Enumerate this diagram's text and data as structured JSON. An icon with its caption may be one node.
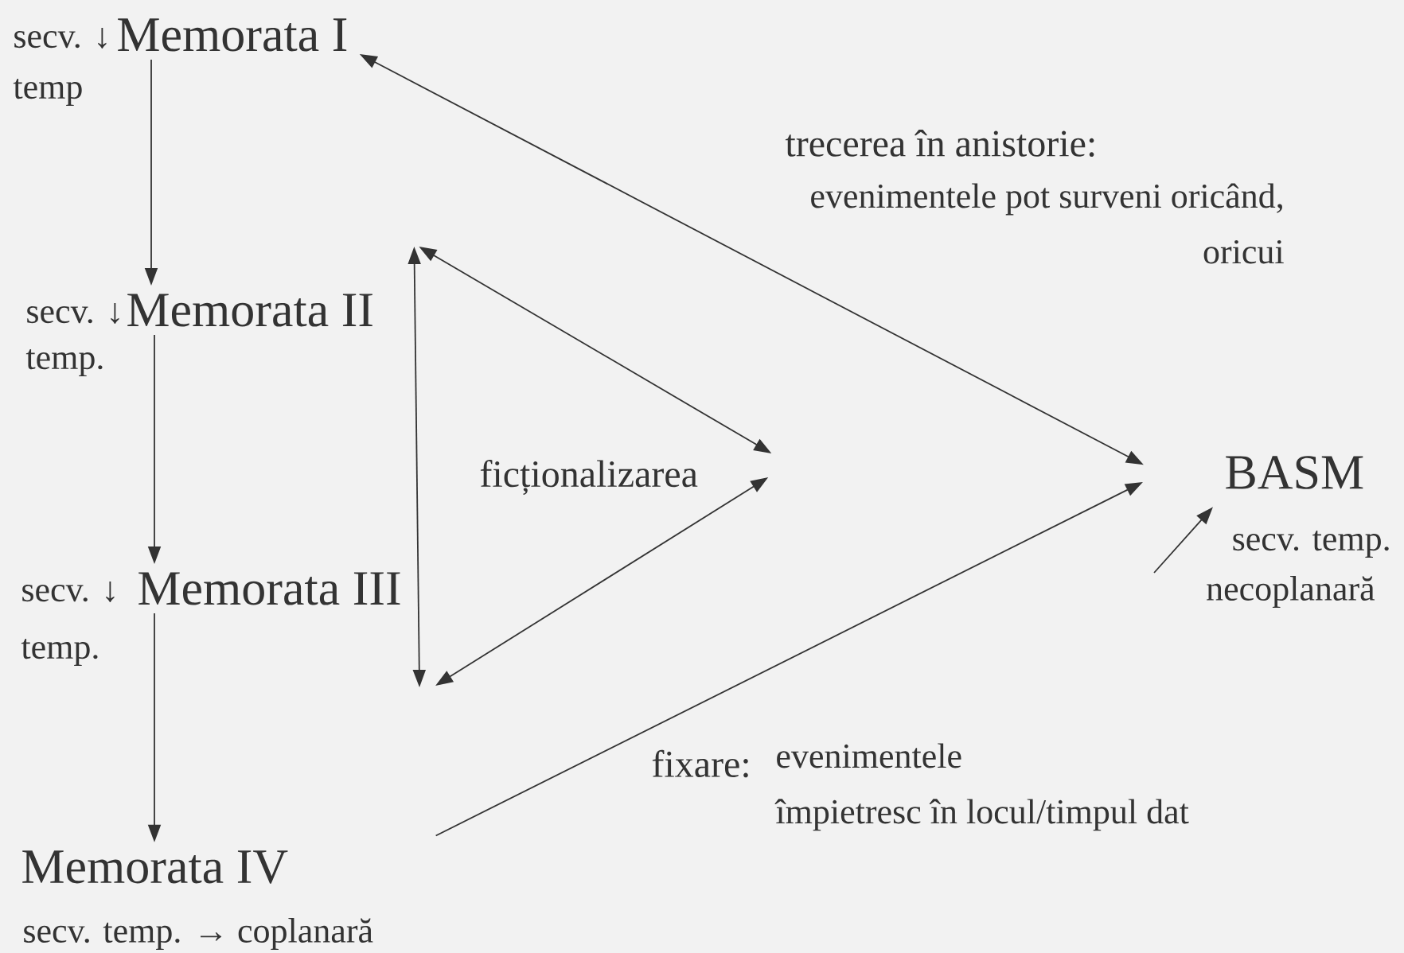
{
  "diagram": {
    "nodes": [
      {
        "text": [
          "Memorata I"
        ],
        "beside": [
          "secv. ↓",
          "temp"
        ]
      },
      {
        "text": [
          "Memorata II"
        ],
        "beside": [
          "secv. ↓",
          "temp."
        ]
      },
      {
        "text": [
          "Memorata III"
        ],
        "beside": [
          "secv. ↓",
          "temp."
        ]
      },
      {
        "text": [
          "Memorata IV"
        ],
        "beside": [
          "secv. temp. → coplanară"
        ]
      },
      {
        "text": [
          "BASM"
        ],
        "beside": [
          "secv. temp.",
          "necoplanară"
        ]
      },
      {
        "text": [
          "ficționalizarea"
        ]
      }
    ],
    "edges": [
      {
        "from": 0,
        "to": 1,
        "arrow": "to"
      },
      {
        "from": 1,
        "to": 2,
        "arrow": "to"
      },
      {
        "from": 2,
        "to": 3,
        "arrow": "to"
      },
      {
        "from": 4,
        "to": 0,
        "arrow": "both"
      },
      {
        "from": 3,
        "to": 4,
        "arrow": "to"
      },
      {
        "from": null,
        "to": 4,
        "arrow": "to"
      },
      {
        "from": 1,
        "to": 2,
        "arrow": "both"
      },
      {
        "from": 1,
        "to": 5,
        "arrow": "both"
      },
      {
        "from": 2,
        "to": 5,
        "arrow": "both"
      }
    ],
    "labels": [
      "trecerea în anistorie:",
      "evenimentele pot surveni oricând, oricui",
      "fixare:",
      "evenimentele împietresc în locul/timpul dat"
    ]
  }
}
